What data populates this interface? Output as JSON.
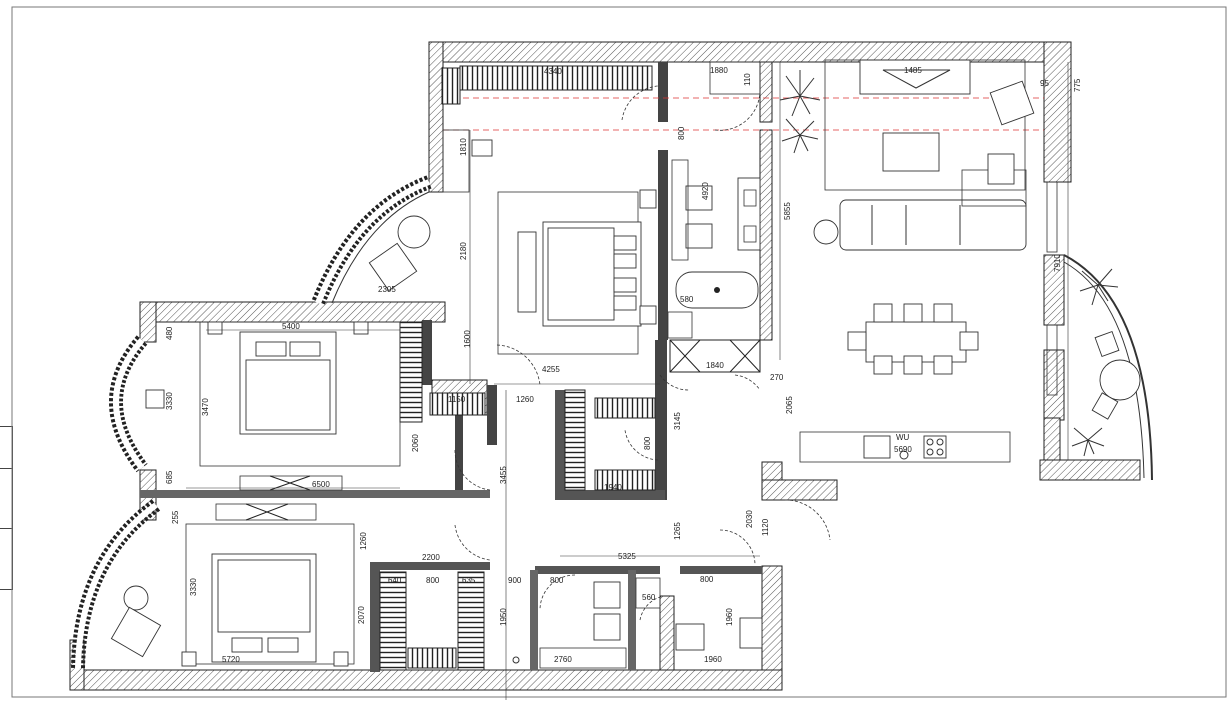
{
  "dimensions": {
    "top_wardrobe": "4340",
    "bath_width": "1880",
    "small_110": "110",
    "living_top": "1485",
    "d_95": "95",
    "d_775": "775",
    "d_1810": "1810",
    "d_800_a": "800",
    "d_4920": "4920",
    "d_5855": "5855",
    "d_2180": "2180",
    "d_580": "580",
    "d_2305": "2305",
    "d_1600": "1600",
    "d_7910": "7910",
    "d_5400": "5400",
    "d_1840": "1840",
    "d_270": "270",
    "d_4255": "4255",
    "d_1150": "1150",
    "d_1260_a": "1260",
    "d_3330_a": "3330",
    "d_3470": "3470",
    "d_2060": "2060",
    "d_3145": "3145",
    "d_2065": "2065",
    "d_800_b": "800",
    "d_1940": "1940",
    "d_3455": "3455",
    "d_5690": "5690",
    "d_685": "685",
    "d_6500": "6500",
    "d_255": "255",
    "d_1260_b": "1260",
    "d_2030": "2030",
    "d_1120": "1120",
    "d_1265": "1265",
    "d_2200": "2200",
    "d_5325": "5325",
    "d_640": "640",
    "d_800_c": "800",
    "d_635": "635",
    "d_900": "900",
    "d_800_d": "800",
    "d_800_e": "800",
    "d_3330_b": "3330",
    "d_2070": "2070",
    "d_1950": "1950",
    "d_560": "560",
    "d_1960_a": "1960",
    "d_5720": "5720",
    "d_2760": "2760",
    "d_1960_b": "1960",
    "d_480": "480"
  },
  "labels": {
    "wu": "WU"
  }
}
